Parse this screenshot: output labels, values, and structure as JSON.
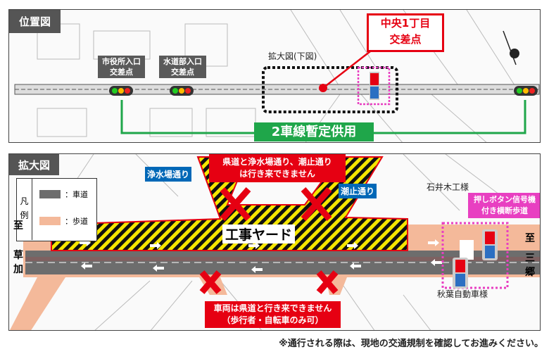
{
  "top_panel": {
    "title": "位置図",
    "intersection_1": [
      "市役所入口",
      "交差点"
    ],
    "intersection_2": [
      "水道部入口",
      "交差点"
    ],
    "main_intersection": [
      "中央1丁目",
      "交差点"
    ],
    "enlarged_label": "拡大図(下図)",
    "two_lane_label": "2車線暫定供用",
    "compass": "N"
  },
  "bottom_panel": {
    "title": "拡大図",
    "legend": {
      "title": [
        "凡",
        "例"
      ],
      "items": [
        {
          "label": "：車道",
          "color": "#6d6d6d"
        },
        {
          "label": "：歩道",
          "color": "#f4b99a"
        }
      ]
    },
    "closure_top": [
      "県道と浄水場通り、潮止通り",
      "は行き来できません"
    ],
    "street_1": "浄水場通り",
    "street_2": "潮止通り",
    "yard_label": "工事ヤード",
    "place_1": "石井木工様",
    "place_2": "秋葉自動車様",
    "crossing_label": [
      "押しボタン信号機",
      "付き横断歩道"
    ],
    "left_dest": [
      "至",
      "草",
      "加"
    ],
    "right_dest": [
      "至",
      "三",
      "郷"
    ],
    "closure_bottom": [
      "車両は県道と行き来できません",
      "（歩行者・自転車のみ可）"
    ]
  },
  "footer_note": "※通行される際は、現地の交通規制を確認してお進みください。",
  "colors": {
    "red": "#e60012",
    "green": "#1fa64a",
    "blue": "#0068b7",
    "pink": "#e83fc1",
    "sidewalk": "#f4b99a",
    "road": "#6d6d6d",
    "yard": "#f5e600"
  }
}
